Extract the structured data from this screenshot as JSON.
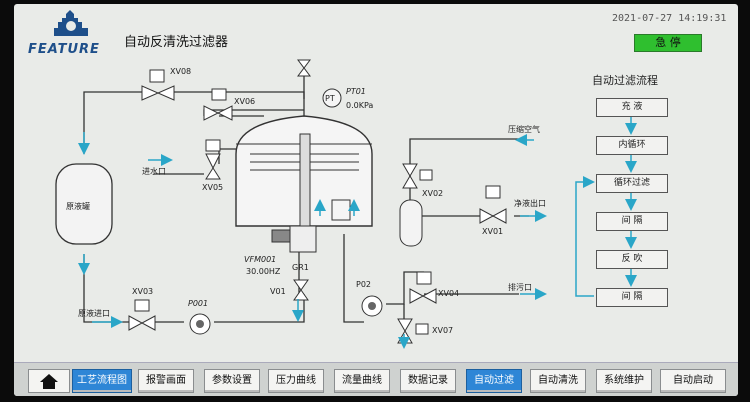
{
  "header": {
    "logo_text": "FEATURE",
    "title": "自动反清洗过滤器",
    "datetime": "2021-07-27  14:19:31",
    "status_button": "急 停"
  },
  "diagram": {
    "valves": {
      "xv08": "XV08",
      "xv06": "XV06",
      "xv05": "XV05",
      "xv03": "XV03",
      "xv02": "XV02",
      "xv01": "XV01",
      "xv04": "XV04",
      "xv07": "XV07",
      "v01": "V01"
    },
    "pumps": {
      "p001": "P001",
      "p02": "P02"
    },
    "pressure": {
      "gauge_label": "PT",
      "tag": "PT01",
      "value": "0.0KPa"
    },
    "vfd": {
      "tag": "VFM001",
      "value": "30.00HZ"
    },
    "gr1": "GR1",
    "tank_label": "原液罐",
    "labels": {
      "water_inlet": "进水口",
      "raw_inlet": "原液进口",
      "compressed_air": "压缩空气",
      "clean_outlet": "净液出口",
      "drain": "排污口"
    }
  },
  "flow": {
    "title": "自动过滤流程",
    "steps": [
      "充 液",
      "内循环",
      "循环过滤",
      "间 隔",
      "反 吹",
      "间 隔"
    ]
  },
  "navbar": {
    "buttons": [
      "工艺流程图",
      "报警画面",
      "参数设置",
      "压力曲线",
      "流量曲线",
      "数据记录",
      "自动过滤",
      "自动清洗",
      "系统维护",
      "自动启动"
    ],
    "active_index": 0,
    "selected_index": 6
  },
  "colors": {
    "pipe": "#333333",
    "flow_arrow": "#2aa6c8",
    "status_green": "#2fbf2f",
    "active_blue": "#2e86d6"
  }
}
